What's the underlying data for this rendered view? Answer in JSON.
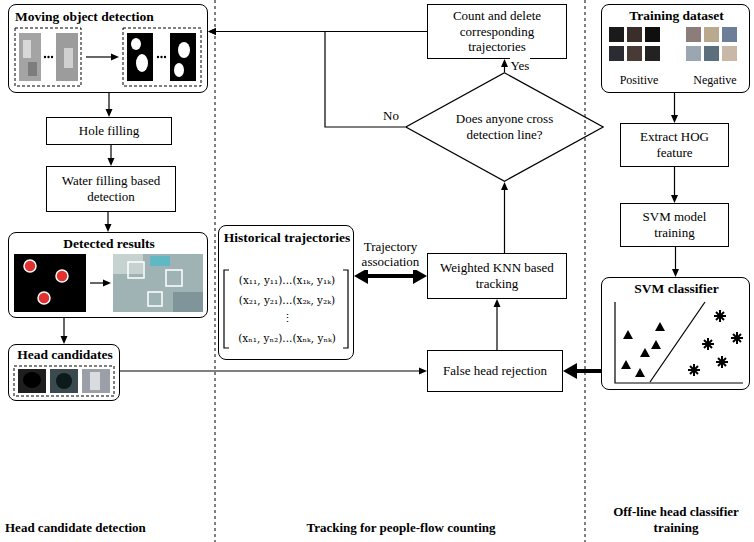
{
  "diagram": {
    "nodes": [
      {
        "text": [
          "Moving object detection"
        ]
      },
      {
        "text": [
          "Hole filling"
        ]
      },
      {
        "text": [
          "Water filling based detection"
        ]
      },
      {
        "text": [
          "Detected results"
        ]
      },
      {
        "text": [
          "Head candidates"
        ]
      },
      {
        "text": [
          "Count and delete corresponding trajectories"
        ]
      },
      {
        "text": [
          "Does anyone cross detection line?"
        ]
      },
      {
        "text": [
          "Historical trajectories",
          "(x₁₁, y₁₁)...(x₁ₖ, y₁ₖ)",
          "(x₂₁, y₂₁)...(x₂ₖ, y₂ₖ)",
          "⋮",
          "(xₙ₁, yₙ₂)...(xₙₖ, yₙₖ)"
        ]
      },
      {
        "text": [
          "Weighted KNN based tracking"
        ]
      },
      {
        "text": [
          "False head rejection"
        ]
      },
      {
        "text": [
          "Training dataset",
          "Positive",
          "Negative"
        ]
      },
      {
        "text": [
          "Extract HOG feature"
        ]
      },
      {
        "text": [
          "SVM model training"
        ]
      },
      {
        "text": [
          "SVM classifier"
        ]
      }
    ],
    "edges": [
      {
        "from": 0,
        "to": 1,
        "arrow": "to"
      },
      {
        "from": 1,
        "to": 2,
        "arrow": "to"
      },
      {
        "from": 2,
        "to": 3,
        "arrow": "to"
      },
      {
        "from": 3,
        "to": 4,
        "arrow": "to"
      },
      {
        "from": 4,
        "to": 9,
        "arrow": "to"
      },
      {
        "from": 13,
        "to": 9,
        "arrow": "to"
      },
      {
        "from": 9,
        "to": 8,
        "arrow": "to"
      },
      {
        "from": 7,
        "to": 8,
        "arrow": "both",
        "label": "Trajectory association"
      },
      {
        "from": 8,
        "to": 6,
        "arrow": "to"
      },
      {
        "from": 6,
        "to": 5,
        "arrow": "to",
        "label": "Yes"
      },
      {
        "from": 5,
        "to": 0,
        "arrow": "to"
      },
      {
        "from": 6,
        "to": 0,
        "arrow": "to",
        "label": "No"
      },
      {
        "from": 10,
        "to": 11,
        "arrow": "to"
      },
      {
        "from": 11,
        "to": 12,
        "arrow": "to"
      },
      {
        "from": 12,
        "to": 13,
        "arrow": "to"
      }
    ],
    "labels": [
      "Head candidate detection",
      "Tracking for people-flow counting",
      "Off-line head classifier training"
    ]
  }
}
